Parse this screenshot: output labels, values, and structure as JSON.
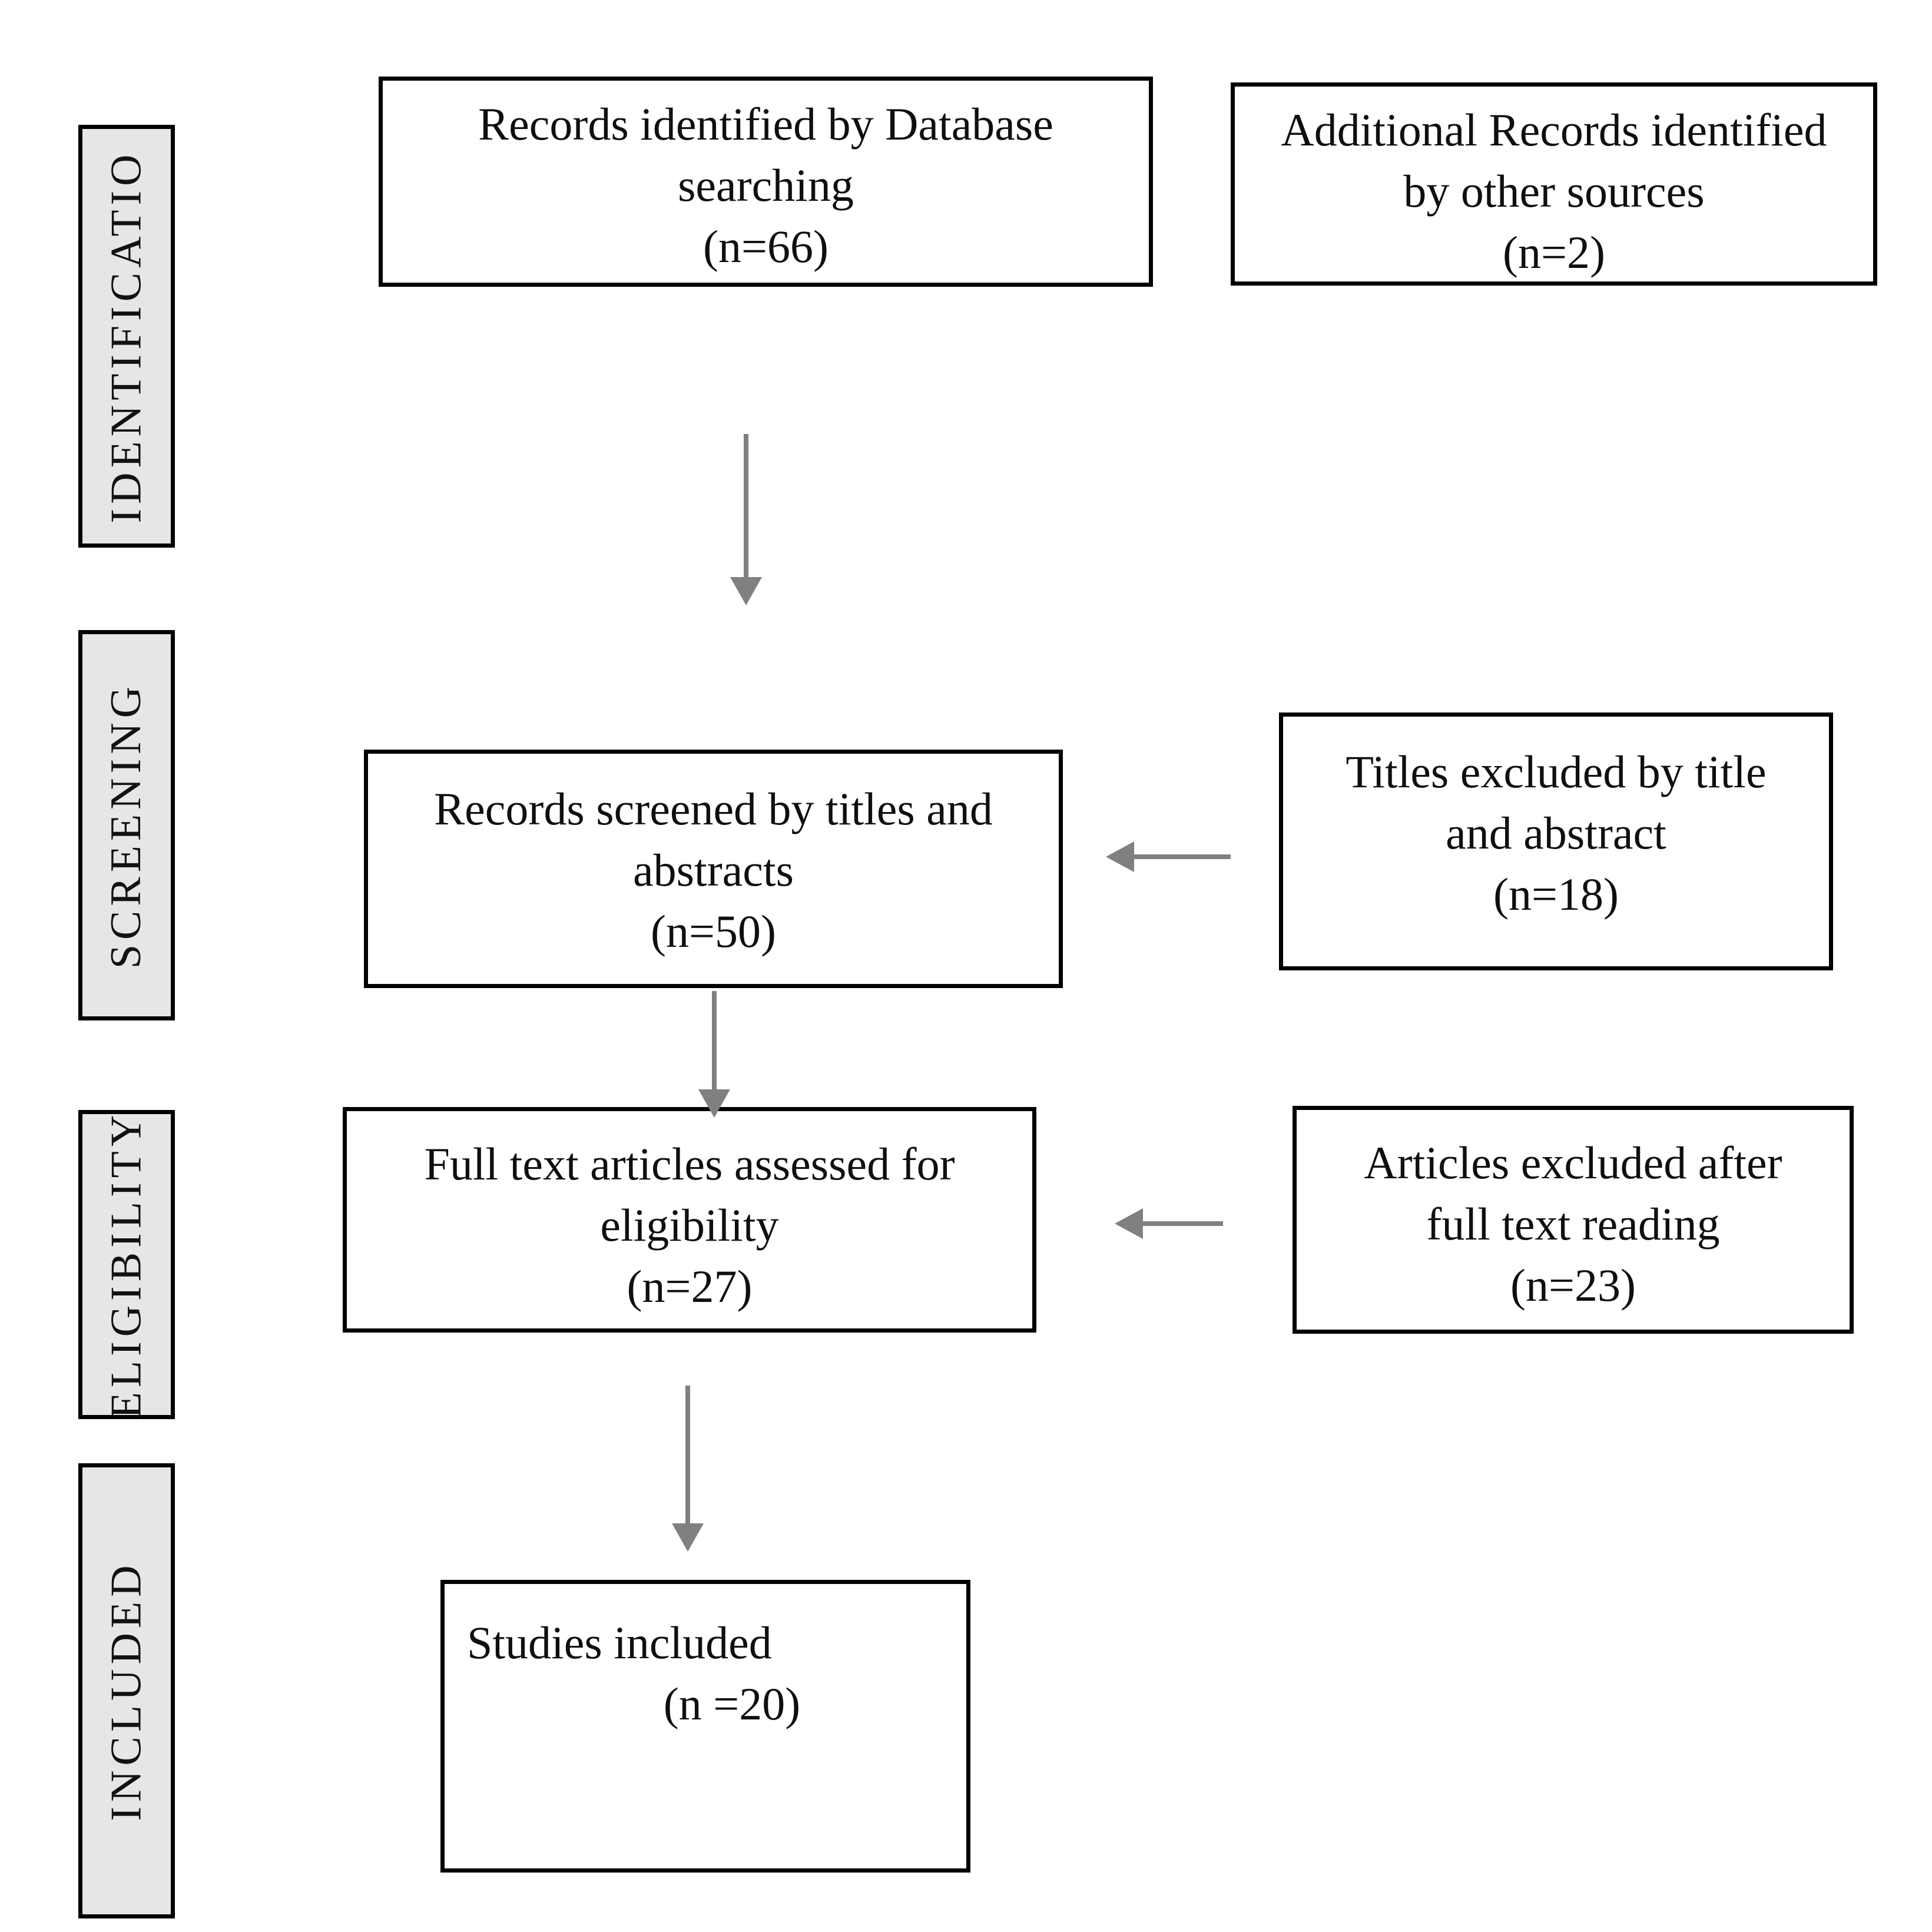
{
  "stages": [
    {
      "label": "IDENTIFICATIO"
    },
    {
      "label": "SCREENING"
    },
    {
      "label": "ELIGIBILITY"
    },
    {
      "label": "INCLUDED"
    }
  ],
  "nodes": {
    "identified": {
      "line1": "Records identified by Database",
      "line2": "searching",
      "count": "(n=66)"
    },
    "additional": {
      "line1": "Additional Records identified",
      "line2": "by other sources",
      "count": "(n=2)"
    },
    "screened": {
      "line1": "Records screened by titles and",
      "line2": "abstracts",
      "count": "(n=50)"
    },
    "titlesExcluded": {
      "line1": "Titles excluded by title",
      "line2": "and abstract",
      "count": "(n=18)"
    },
    "fullText": {
      "line1": "Full text articles assessed for",
      "line2": "eligibility",
      "count": "(n=27)"
    },
    "articlesExcluded": {
      "line1": "Articles excluded after",
      "line2": "full text reading",
      "count": "(n=23)"
    },
    "included": {
      "line1": "Studies included",
      "count": "(n =20)"
    }
  },
  "colors": {
    "background": "#ffffff",
    "stage_fill": "#e6e6e6",
    "box_border": "#000000",
    "arrow": "#808080",
    "text": "#0f0f0f"
  }
}
